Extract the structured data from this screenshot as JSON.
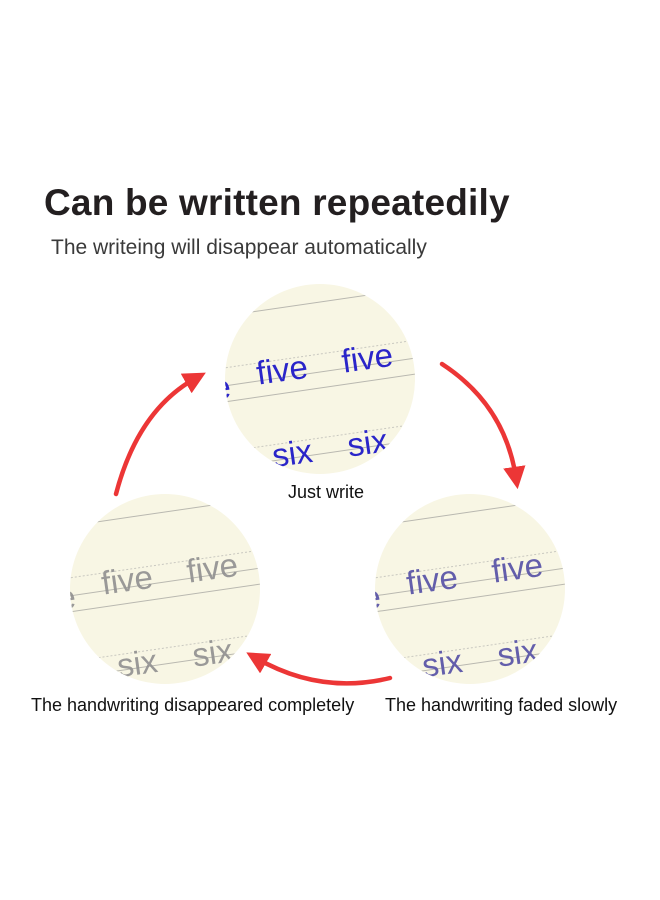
{
  "heading": {
    "title": "Can be written repeatedily",
    "subtitle": "The writeing will disappear automatically"
  },
  "stages": [
    {
      "caption": "Just write",
      "words": [
        "e",
        "five",
        "fivе",
        "six",
        "six",
        "s"
      ],
      "ink_color": "#2a25c9",
      "ink_opacity": 1.0
    },
    {
      "caption": "The handwriting faded slowly",
      "words": [
        "e",
        "five",
        "five",
        "six",
        "six",
        "si"
      ],
      "ink_color": "#5b55a8",
      "ink_opacity": 0.95
    },
    {
      "caption": "The handwriting disappeared completely",
      "words": [
        "e",
        "five",
        "five",
        "six",
        "six",
        "si"
      ],
      "ink_color": "#8f8f8f",
      "ink_opacity": 0.9
    }
  ],
  "colors": {
    "paper": "#f8f6e4",
    "rule_line": "#b9b8b0",
    "dotted_line": "#c9c8c0",
    "arrow": "#ec3636"
  }
}
